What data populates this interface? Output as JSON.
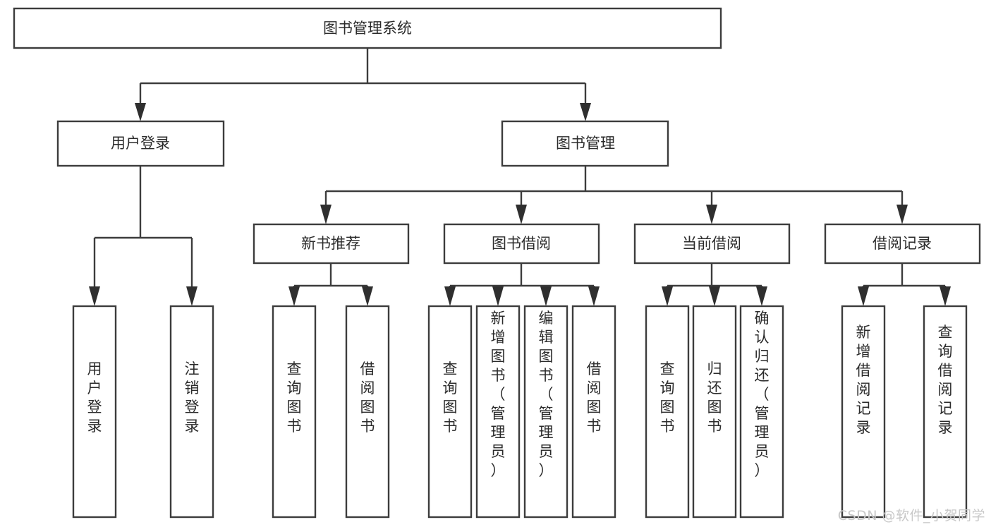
{
  "diagram": {
    "type": "tree-flowchart",
    "title": "图书管理系统",
    "watermark": "CSDN @软件_小贺同学",
    "colors": {
      "background": "#ffffff",
      "box_fill": "#ffffff",
      "box_stroke": "#3c3c3c",
      "text": "#2b2b2b",
      "connector": "#3c3c3c",
      "watermark": "#c8c8c8"
    },
    "levels": {
      "root": {
        "label": "图书管理系统"
      },
      "level1": [
        {
          "label": "用户登录"
        },
        {
          "label": "图书管理"
        }
      ],
      "level2": [
        {
          "label": "新书推荐"
        },
        {
          "label": "图书借阅"
        },
        {
          "label": "当前借阅"
        },
        {
          "label": "借阅记录"
        }
      ]
    },
    "leaves": {
      "user_login": [
        {
          "label": "用户登录"
        },
        {
          "label": "注销登录"
        }
      ],
      "new_book_recommend": [
        {
          "label": "查询图书"
        },
        {
          "label": "借阅图书"
        }
      ],
      "book_borrow": [
        {
          "label": "查询图书"
        },
        {
          "label": "新增图书（管理员）"
        },
        {
          "label": "编辑图书（管理员）"
        },
        {
          "label": "借阅图书"
        }
      ],
      "current_borrow": [
        {
          "label": "查询图书"
        },
        {
          "label": "归还图书"
        },
        {
          "label": "确认归还（管理员）"
        }
      ],
      "borrow_record": [
        {
          "label": "新增借阅记录"
        },
        {
          "label": "查询借阅记录"
        }
      ]
    }
  }
}
